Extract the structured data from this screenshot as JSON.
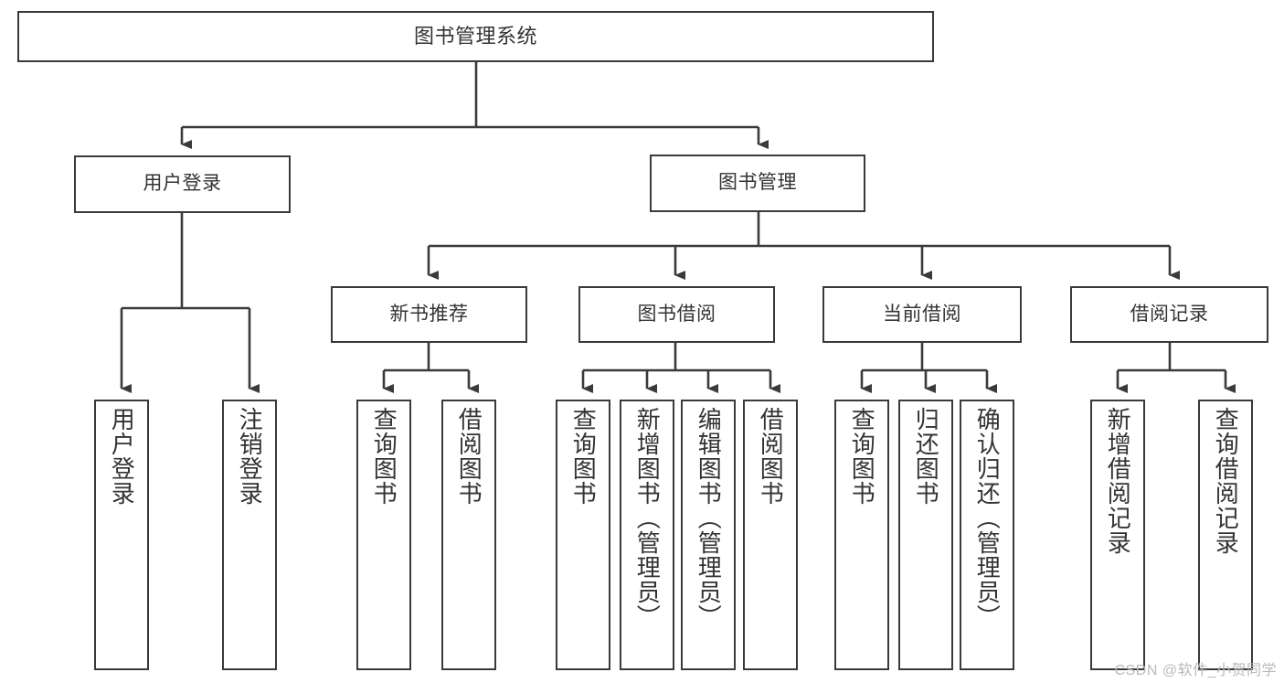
{
  "diagram": {
    "title_node": "图书管理系统",
    "type": "tree-hierarchy-diagram",
    "line_color": "#3a3a3a",
    "text_color": "#333333",
    "background": "#ffffff",
    "nodes": {
      "root": "图书管理系统",
      "l2": [
        "用户登录",
        "图书管理"
      ],
      "l3": [
        "新书推荐",
        "图书借阅",
        "当前借阅",
        "借阅记录"
      ],
      "leaves_user_login": [
        "用户登录",
        "注销登录"
      ],
      "leaves_new_book": [
        "查询图书",
        "借阅图书"
      ],
      "leaves_borrow": [
        "查询图书",
        "新增图书（管理员）",
        "编辑图书（管理员）",
        "借阅图书"
      ],
      "leaves_current": [
        "查询图书",
        "归还图书",
        "确认归还（管理员）"
      ],
      "leaves_records": [
        "新增借阅记录",
        "查询借阅记录"
      ]
    },
    "watermark": "CSDN @软件_小贺同学"
  }
}
